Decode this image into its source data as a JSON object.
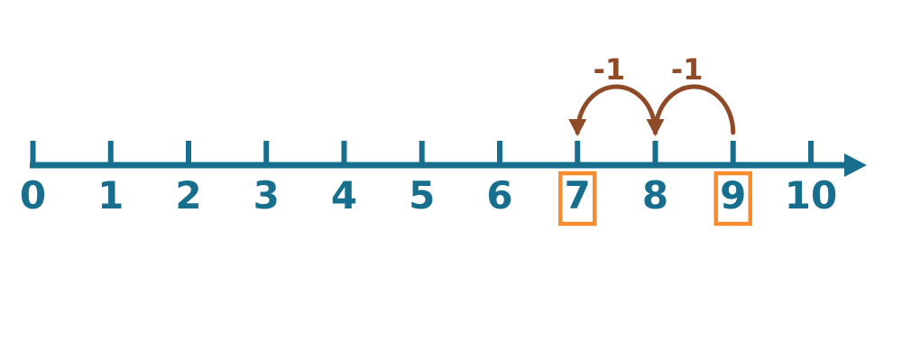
{
  "diagram": {
    "type": "number_line",
    "min": 0,
    "max": 10,
    "tick_labels": [
      "0",
      "1",
      "2",
      "3",
      "4",
      "5",
      "6",
      "7",
      "8",
      "9",
      "10"
    ],
    "boxed_numbers": [
      7,
      9
    ],
    "jumps": [
      {
        "from": 9,
        "to": 8,
        "label": "-1"
      },
      {
        "from": 8,
        "to": 7,
        "label": "-1"
      }
    ],
    "colors": {
      "line": "#186f8d",
      "jump": "#8f4b28",
      "highlight_box": "#f78b2e",
      "background": "#ffffff"
    }
  }
}
